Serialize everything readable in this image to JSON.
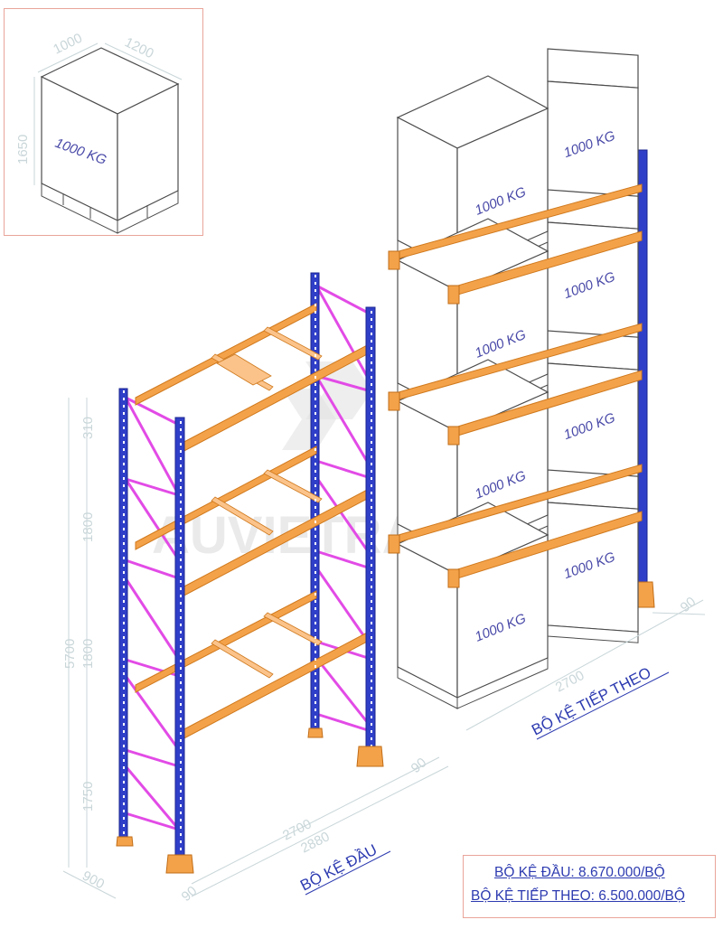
{
  "pallet_detail": {
    "dims": {
      "width": "1000",
      "depth": "1200",
      "height": "1650"
    },
    "load": "1000 KG"
  },
  "first_rack": {
    "caption": "BỘ KỆ ĐẦU",
    "dims": {
      "top": "310",
      "level1": "1800",
      "level2": "1800",
      "bottom": "1750",
      "total_height": "5700",
      "beam_length": "2700",
      "overall_length": "2880",
      "depth": "900",
      "upright": "90",
      "upright_b": "90"
    }
  },
  "next_rack": {
    "caption": "BỘ KỆ TIẾP THEO",
    "dims": {
      "beam_length": "2700",
      "upright": "90"
    },
    "loads": [
      "1000 KG",
      "1000 KG",
      "1000 KG",
      "1000 KG",
      "1000 KG",
      "1000 KG",
      "1000 KG",
      "1000 KG"
    ]
  },
  "watermark": "AUVIETRACK",
  "prices": {
    "first": "BỘ KỆ ĐẦU: 8.670.000/BỘ",
    "next": "BỘ KỆ TIẾP THEO: 6.500.000/BỘ"
  }
}
